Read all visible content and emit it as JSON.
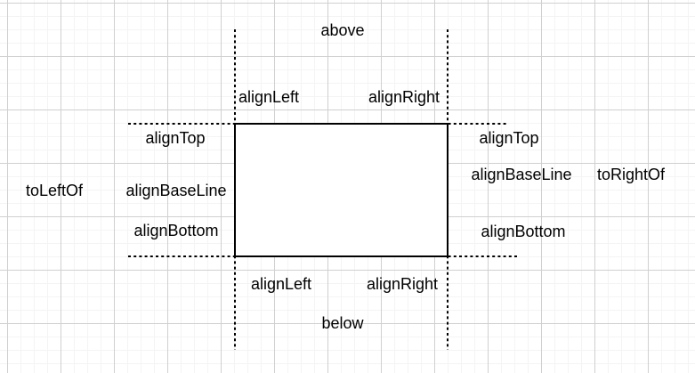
{
  "diagram": {
    "description": "RelativeLayout anchor positions diagram around a central rectangle",
    "labels": {
      "above": "above",
      "below": "below",
      "top_align_left": "alignLeft",
      "top_align_right": "alignRight",
      "bottom_align_left": "alignLeft",
      "bottom_align_right": "alignRight",
      "left_align_top": "alignTop",
      "left_align_baseline": "alignBaseLine",
      "left_align_bottom": "alignBottom",
      "right_align_top": "alignTop",
      "right_align_baseline": "alignBaseLine",
      "right_align_bottom": "alignBottom",
      "to_left_of": "toLeftOf",
      "to_right_of": "toRightOf"
    },
    "colors": {
      "background": "#ffffff",
      "grid_minor": "#f4f4f4",
      "grid_major": "#d0d0d0",
      "shape_stroke": "#000000",
      "shape_fill": "#ffffff",
      "text": "#000000"
    }
  }
}
